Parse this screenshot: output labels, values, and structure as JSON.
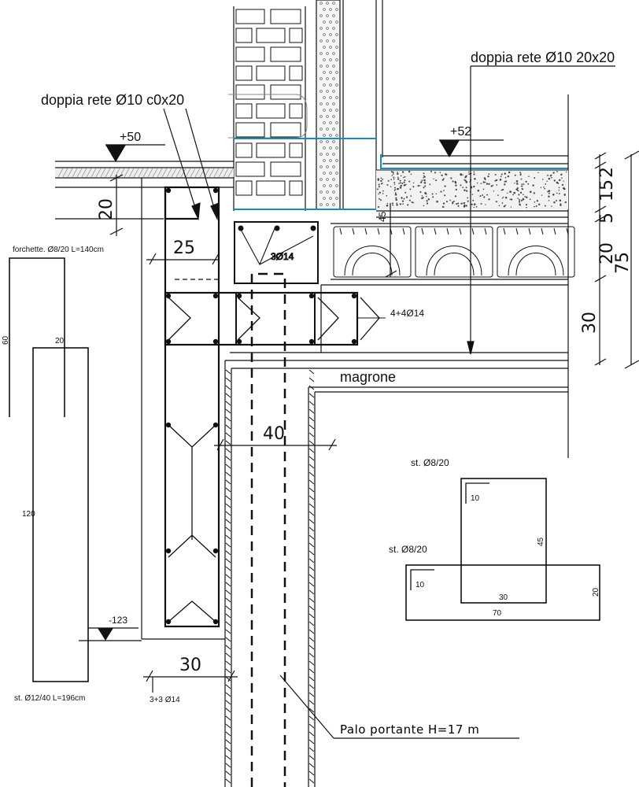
{
  "colors": {
    "ink": "#111111",
    "waterproofing": "#1a8fb5",
    "hatch": "#9a9a9a"
  },
  "labels": {
    "rebar_left": "doppia rete Ø10 c0x20",
    "rebar_right": "doppia rete Ø10 20x20",
    "level_left": "+50",
    "level_right": "+52",
    "level_bottom": "-123",
    "beam_bars": "3Ø14",
    "main_bars": "4+4Ø14",
    "lean_concrete": "magrone",
    "forks": "forchette. Ø8/20  L=140cm",
    "stirrups_long": "st. Ø12/40  L=196cm",
    "bottom_bars": "3+3 Ø14",
    "pile": "Palo portante H=17 m",
    "stirrup_a": "st. Ø8/20",
    "stirrup_b": "st. Ø8/20"
  },
  "dimensions": {
    "wall_h": "20",
    "wall_w": "25",
    "pile_w": "40",
    "col_w": "30",
    "floor_small": "45",
    "fork_a": "60",
    "fork_b": "20",
    "fork_c": "120",
    "stack": [
      "2",
      "15",
      "5",
      "20",
      "30"
    ],
    "total": "75",
    "sa_top": "10",
    "sa_right": "45",
    "sa_bottom": "30",
    "sb_left": "10",
    "sb_right": "20",
    "sb_bottom": "70"
  }
}
